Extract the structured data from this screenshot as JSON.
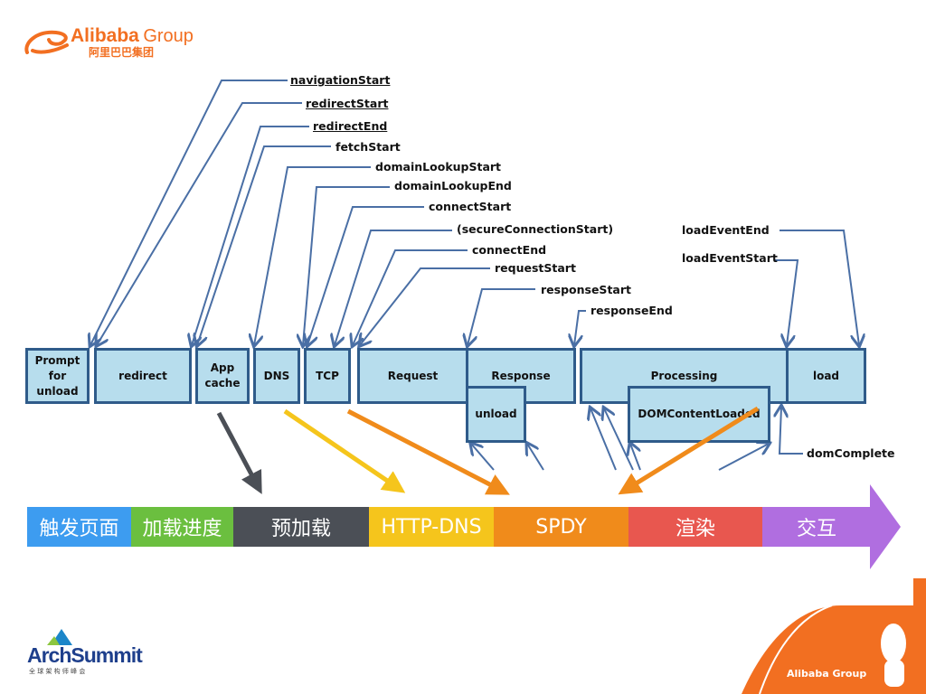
{
  "header": {
    "logo_text": "Alibaba",
    "logo_group": "Group",
    "logo_cn": "阿里巴巴集团"
  },
  "timing_labels": {
    "navigationStart": "navigationStart",
    "redirectStart": "redirectStart",
    "redirectEnd": "redirectEnd",
    "fetchStart": "fetchStart",
    "domainLookupStart": "domainLookupStart",
    "domainLookupEnd": "domainLookupEnd",
    "connectStart": "connectStart",
    "secureConnectionStart": "(secureConnectionStart)",
    "connectEnd": "connectEnd",
    "requestStart": "requestStart",
    "responseStart": "responseStart",
    "responseEnd": "responseEnd",
    "loadEventEnd": "loadEventEnd",
    "loadEventStart": "loadEventStart",
    "domComplete": "domComplete"
  },
  "phases": {
    "prompt": [
      "Prompt",
      "for",
      "unload"
    ],
    "redirect": "redirect",
    "appcache": [
      "App",
      "cache"
    ],
    "dns": "DNS",
    "tcp": "TCP",
    "request": "Request",
    "response": "Response",
    "processing": "Processing",
    "load": "load",
    "unload": "unload",
    "domcontentloaded": "DOMContentLoaded"
  },
  "band": [
    {
      "label": "触发页面",
      "color": "#3d9cf0"
    },
    {
      "label": "加载进度",
      "color": "#6bbf3f"
    },
    {
      "label": "预加载",
      "color": "#4b4f56"
    },
    {
      "label": "HTTP-DNS",
      "color": "#f5c51c"
    },
    {
      "label": "SPDY",
      "color": "#f08b1b"
    },
    {
      "label": "渲染",
      "color": "#e8574f"
    },
    {
      "label": "交互",
      "color": "#b06ee0"
    }
  ],
  "footer": {
    "archsummit": "ArchSummit",
    "archsummit_cn": "全 球 架 构 师 峰 会",
    "alibaba_group": "Alibaba Group"
  },
  "colors": {
    "brand": "#f26f21",
    "box_fill": "#b7dded",
    "box_border": "#2f5b8a",
    "line": "#4a6fa5"
  }
}
